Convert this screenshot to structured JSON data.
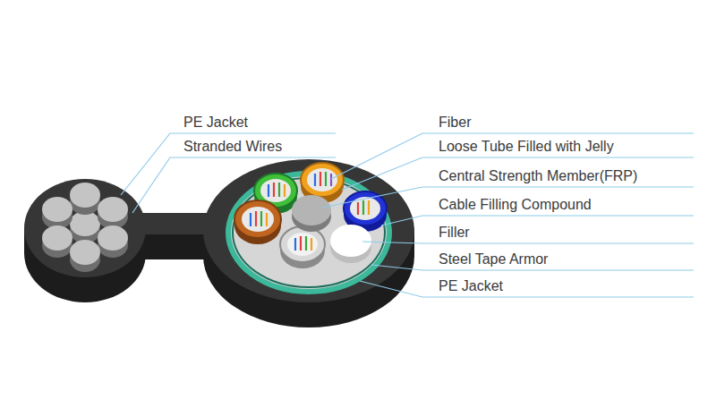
{
  "diagram": {
    "labels": [
      "PE Jacket",
      "Stranded Wires",
      "Fiber",
      "Loose Tube Filled with Jelly",
      "Central Strength Member(FRP)",
      "Cable Filling Compound",
      "Filler",
      "Steel Tape Armor",
      "PE  Jacket"
    ]
  }
}
